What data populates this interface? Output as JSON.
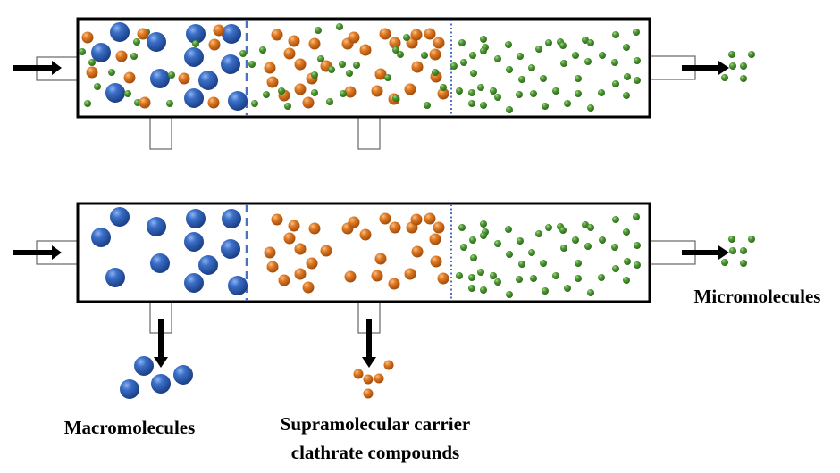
{
  "title": "Supramolecular carrier separation column diagram",
  "colors": {
    "macromolecule": "#2a5db0",
    "supramolecular": "#e07a22",
    "micromolecule": "#4f9a35",
    "column_border": "#000000",
    "membrane_dashed": "#4a72c0",
    "membrane_dotted": "#4a72c0",
    "arrow": "#000000"
  },
  "columns": [
    {
      "id": "top-column",
      "stage": "mixed",
      "zones": [
        {
          "name": "macromolecule-zone",
          "contents": [
            "macromolecules",
            "supramolecular",
            "micromolecules"
          ]
        },
        {
          "name": "supramolecular-zone",
          "contents": [
            "supramolecular",
            "micromolecules"
          ]
        },
        {
          "name": "micromolecule-zone",
          "contents": [
            "micromolecules"
          ]
        }
      ]
    },
    {
      "id": "bottom-column",
      "stage": "separated",
      "zones": [
        {
          "name": "macromolecule-zone",
          "contents": [
            "macromolecules"
          ]
        },
        {
          "name": "supramolecular-zone",
          "contents": [
            "supramolecular"
          ]
        },
        {
          "name": "micromolecule-zone",
          "contents": [
            "micromolecules"
          ]
        }
      ]
    }
  ],
  "membranes": [
    {
      "name": "dashed-membrane",
      "style": "dashed"
    },
    {
      "name": "dotted-membrane",
      "style": "dotted"
    }
  ],
  "labels": {
    "macromolecules": "Macromolecules",
    "supramolecular_line1": "Supramolecular carrier",
    "supramolecular_line2": "clathrate compounds",
    "micromolecules": "Micromolecules"
  },
  "icons": {
    "inlet_arrow": "arrow-right-icon",
    "outlet_arrow": "arrow-right-icon",
    "drain_arrow": "arrow-down-icon"
  }
}
